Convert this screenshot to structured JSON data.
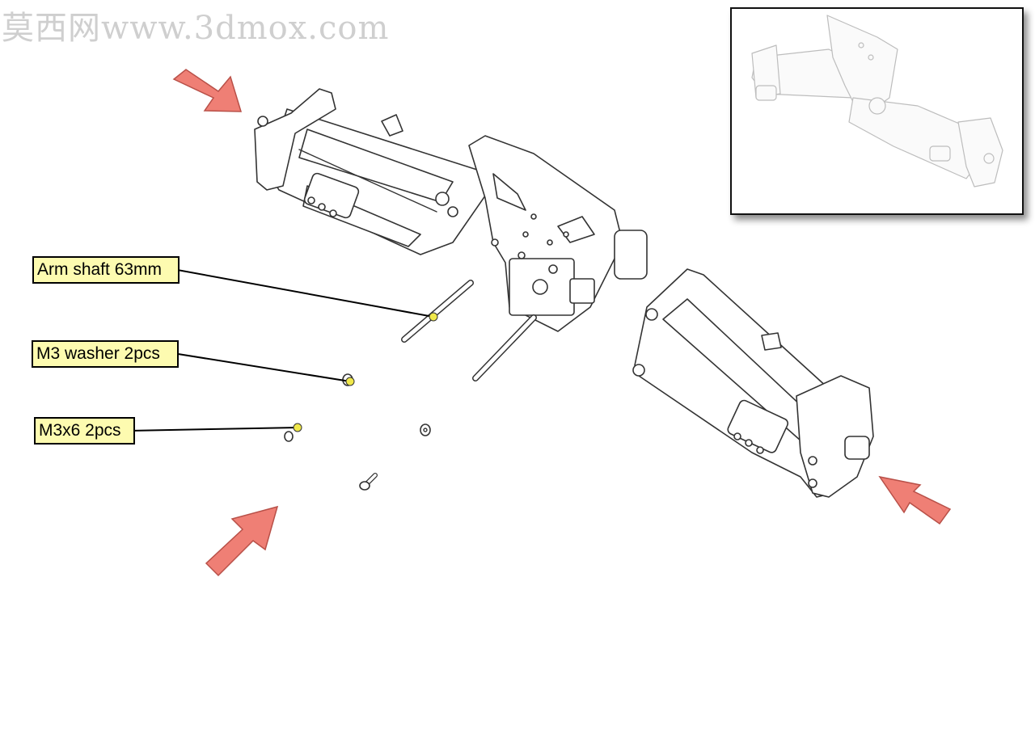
{
  "watermark": "莫西网www.3dmox.com",
  "callouts": [
    {
      "label": "Arm shaft 63mm"
    },
    {
      "label": "M3 washer 2pcs"
    },
    {
      "label": "M3x6 2pcs"
    }
  ],
  "colors": {
    "arrow_fill": "#ef7f75",
    "arrow_stroke": "#b85048",
    "callout_bg": "#fdfbb0",
    "callout_dot": "#f0e84a",
    "line_art": "#333333"
  },
  "icons": [
    "insert-direction-arrow-icon",
    "callout-dot-icon"
  ]
}
